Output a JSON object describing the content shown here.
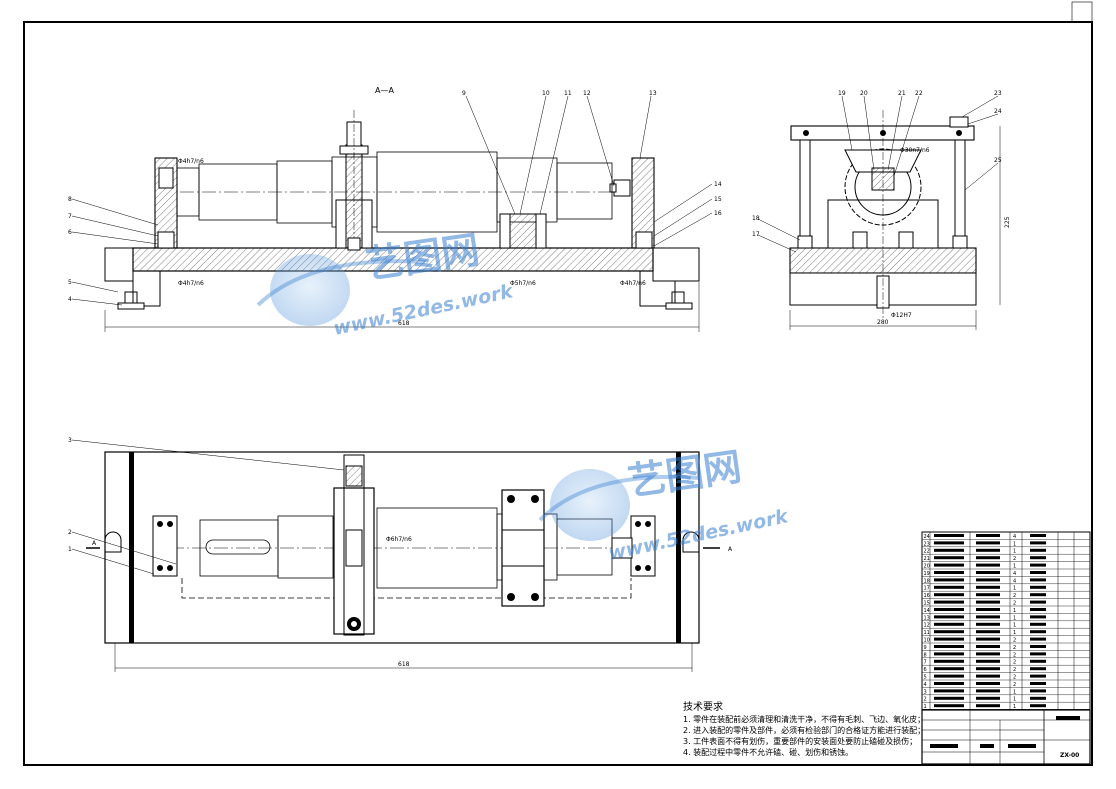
{
  "drawing": {
    "section_label": "A—A",
    "section_marker_left": "A",
    "section_marker_right": "A",
    "part_code": "ZX-00"
  },
  "callouts_section": [
    "9",
    "10",
    "11",
    "12",
    "13",
    "8",
    "7",
    "6",
    "5",
    "4",
    "14",
    "15",
    "16"
  ],
  "callouts_side": [
    "19",
    "20",
    "21",
    "22",
    "23",
    "24",
    "25",
    "18",
    "17"
  ],
  "callouts_plan": [
    "3",
    "2",
    "1"
  ],
  "dimensions": {
    "section_width": "618",
    "plan_width": "618",
    "side_width": "280",
    "side_height": "225",
    "fit_left": "Φ4h7/n6",
    "fit_left_bottom": "Φ4h7/n6",
    "fit_middle": "Φ5h7/n6",
    "fit_right_bottom": "Φ4h7/n6",
    "fit_side_top": "Φ30n7/n6",
    "fit_side_bottom": "Φ12H7",
    "fit_plan": "Φ6h7/n6"
  },
  "technical_requirements": {
    "title": "技术要求",
    "items": [
      "1. 零件在装配前必须清理和清洗干净，不得有毛刺、飞边、氧化皮；",
      "2. 进入装配的零件及部件，必须有检验部门的合格证方能进行装配；",
      "3. 工件表面不得有划伤，重要部件的安装面处要防止磕碰及损伤；",
      "4. 装配过程中零件不允许磕、碰、划伤和锈蚀。"
    ]
  },
  "bom": {
    "row_numbers": [
      "24",
      "23",
      "22",
      "21",
      "20",
      "19",
      "18",
      "17",
      "16",
      "15",
      "14",
      "13",
      "12",
      "11",
      "10",
      "9",
      "8",
      "7",
      "6",
      "5",
      "4",
      "3",
      "2",
      "1"
    ],
    "qty": [
      "4",
      "1",
      "1",
      "2",
      "1",
      "4",
      "4",
      "1",
      "2",
      "2",
      "1",
      "1",
      "1",
      "1",
      "2",
      "2",
      "2",
      "2",
      "2",
      "2",
      "2",
      "1",
      "1",
      "1"
    ]
  },
  "watermark": {
    "brand": "艺图网",
    "url": "www.52des.work"
  }
}
